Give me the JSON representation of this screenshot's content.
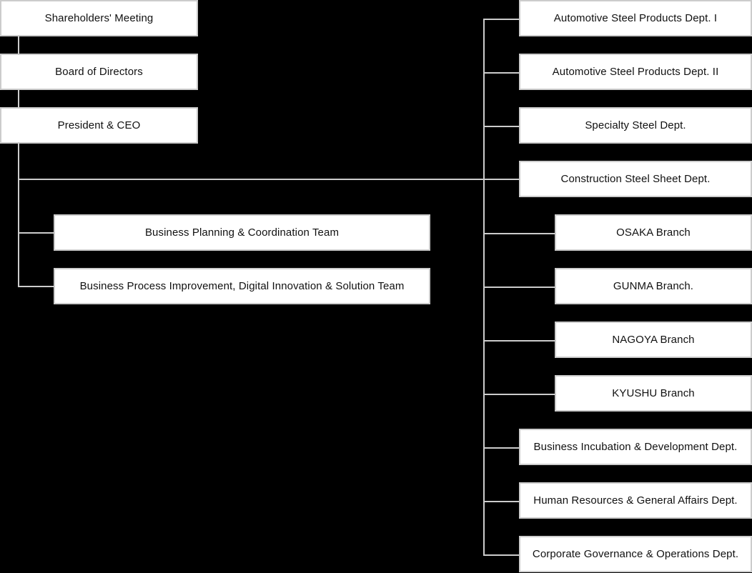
{
  "chart_data": {
    "type": "diagram",
    "title": "Corporate Organization Chart",
    "orientation": "top-down-left-trunk",
    "colors": {
      "background": "#000000",
      "box_fill": "#ffffff",
      "box_border": "#cccccc",
      "connector": "#cccccc",
      "text": "#111111"
    },
    "nodes": [
      {
        "id": "shareholders-meeting",
        "label": "Shareholders' Meeting",
        "level": 0,
        "column": "left"
      },
      {
        "id": "board-of-directors",
        "label": "Board of Directors",
        "level": 1,
        "column": "left"
      },
      {
        "id": "president-ceo",
        "label": "President & CEO",
        "level": 2,
        "column": "left"
      },
      {
        "id": "business-planning-coordination-team",
        "label": "Business Planning & Coordination Team",
        "level": 3,
        "column": "middle",
        "parent": "president-ceo"
      },
      {
        "id": "business-process-improvement-team",
        "label": "Business Process Improvement, Digital Innovation & Solution Team",
        "level": 3,
        "column": "middle",
        "parent": "president-ceo"
      },
      {
        "id": "automotive-steel-products-dept-1",
        "label": "Automotive Steel Products Dept. I",
        "level": 3,
        "column": "right",
        "parent": "president-ceo"
      },
      {
        "id": "automotive-steel-products-dept-2",
        "label": "Automotive Steel Products Dept. II",
        "level": 3,
        "column": "right",
        "parent": "president-ceo"
      },
      {
        "id": "specialty-steel-dept",
        "label": "Specialty Steel Dept.",
        "level": 3,
        "column": "right",
        "parent": "president-ceo"
      },
      {
        "id": "construction-steel-sheet-dept",
        "label": "Construction Steel Sheet Dept.",
        "level": 3,
        "column": "right",
        "parent": "president-ceo"
      },
      {
        "id": "osaka-branch",
        "label": "OSAKA Branch",
        "level": 3,
        "column": "right",
        "parent": "president-ceo"
      },
      {
        "id": "gunma-branch",
        "label": "GUNMA Branch.",
        "level": 3,
        "column": "right",
        "parent": "president-ceo"
      },
      {
        "id": "nagoya-branch",
        "label": "NAGOYA Branch",
        "level": 3,
        "column": "right",
        "parent": "president-ceo"
      },
      {
        "id": "kyushu-branch",
        "label": "KYUSHU Branch",
        "level": 3,
        "column": "right",
        "parent": "president-ceo"
      },
      {
        "id": "business-incubation-development-dept",
        "label": "Business Incubation & Development Dept.",
        "level": 3,
        "column": "right",
        "parent": "president-ceo"
      },
      {
        "id": "human-resources-general-affairs-dept",
        "label": "Human Resources & General Affairs Dept.",
        "level": 3,
        "column": "right",
        "parent": "president-ceo"
      },
      {
        "id": "corporate-governance-operations-dept",
        "label": "Corporate Governance & Operations Dept.",
        "level": 3,
        "column": "right",
        "parent": "president-ceo"
      }
    ]
  },
  "chart": {
    "boxes": {
      "shareholders_meeting": "Shareholders' Meeting",
      "board_of_directors": "Board of Directors",
      "president_ceo": "President & CEO",
      "business_planning_team": "Business Planning & Coordination Team",
      "business_process_team": "Business Process Improvement, Digital Innovation & Solution Team",
      "automotive_steel_1": "Automotive Steel Products Dept. I",
      "automotive_steel_2": "Automotive Steel Products Dept. II",
      "specialty_steel": "Specialty Steel Dept.",
      "construction_steel_sheet": "Construction Steel Sheet Dept.",
      "osaka_branch": "OSAKA Branch",
      "gunma_branch": "GUNMA Branch.",
      "nagoya_branch": "NAGOYA Branch",
      "kyushu_branch": "KYUSHU Branch",
      "business_incubation": "Business Incubation & Development Dept.",
      "human_resources": "Human Resources & General Affairs Dept.",
      "corporate_governance": "Corporate Governance & Operations Dept."
    }
  }
}
